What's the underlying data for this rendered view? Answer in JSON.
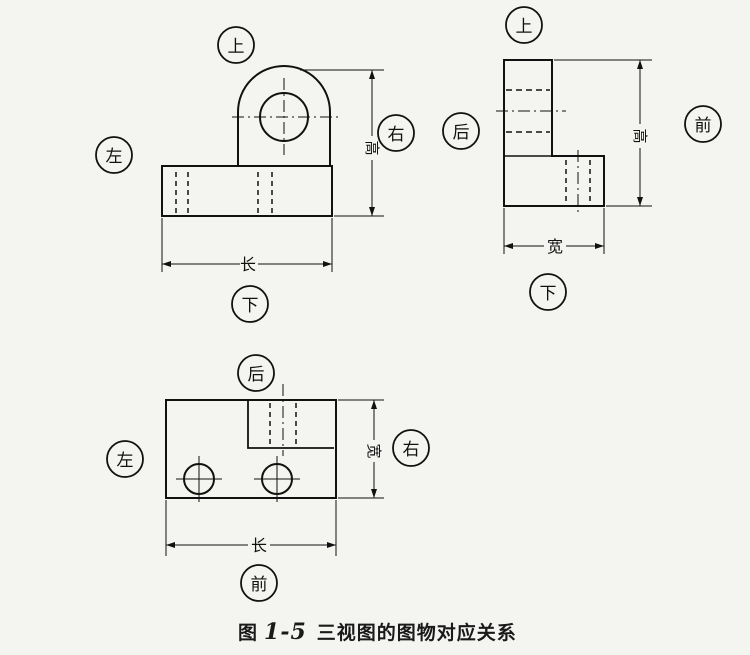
{
  "views": {
    "front": {
      "labels": {
        "top": "上",
        "bottom": "下",
        "left": "左",
        "right": "右"
      },
      "dims": {
        "width": "长",
        "height": "高"
      }
    },
    "side": {
      "labels": {
        "top": "上",
        "bottom": "下",
        "left": "后",
        "right": "前"
      },
      "dims": {
        "width": "宽",
        "height": "高"
      }
    },
    "top": {
      "labels": {
        "top": "后",
        "bottom": "前",
        "left": "左",
        "right": "右"
      },
      "dims": {
        "width": "长",
        "height": "宽"
      }
    }
  },
  "caption": {
    "prefix": "图",
    "number": "1-5",
    "text": "三视图的图物对应关系"
  },
  "colors": {
    "line": "#111111",
    "paper": "#f4f4f1"
  }
}
